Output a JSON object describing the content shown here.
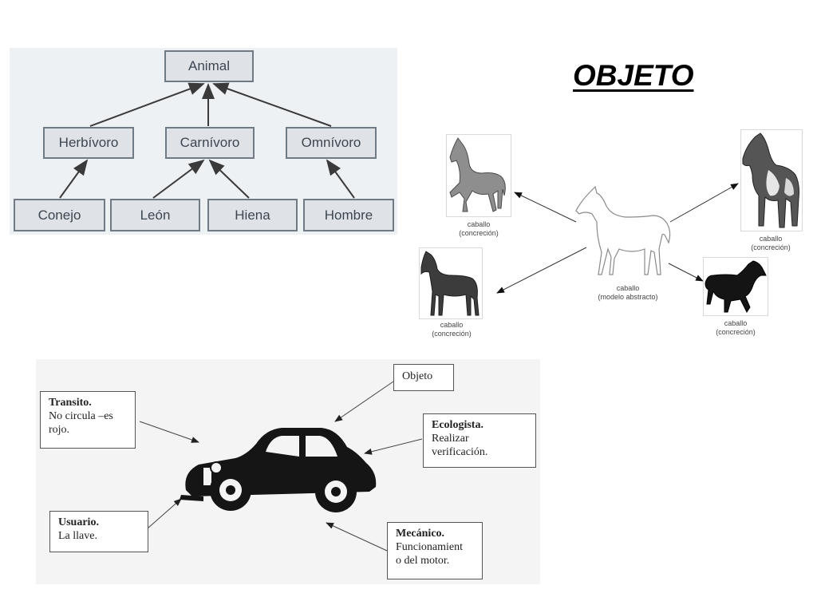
{
  "title": "OBJETO",
  "taxonomy": {
    "root": "Animal",
    "level1": [
      "Herbívoro",
      "Carnívoro",
      "Omnívoro"
    ],
    "level2": [
      "Conejo",
      "León",
      "Hiena",
      "Hombre"
    ]
  },
  "objects": {
    "abstract_caption": [
      "caballo",
      "(modelo abstracto)"
    ],
    "concrete_caption": [
      "caballo",
      "(concreción)"
    ]
  },
  "car": {
    "objeto_label": "Objeto",
    "notes": [
      {
        "title": "Transito.",
        "lines": [
          "No circula –es",
          "rojo."
        ]
      },
      {
        "title": "Ecologista.",
        "lines": [
          "Realizar",
          "verificación."
        ]
      },
      {
        "title": "Usuario.",
        "lines": [
          "La llave."
        ]
      },
      {
        "title": "Mecánico.",
        "lines": [
          "Funcionamient",
          "o del motor."
        ]
      }
    ]
  },
  "colors": {
    "taxonomy_bg": "#eef1f4",
    "taxonomy_box": "#dfe3e8",
    "taxonomy_border": "#6f7a85",
    "car_panel_bg": "#f4f4f4"
  }
}
